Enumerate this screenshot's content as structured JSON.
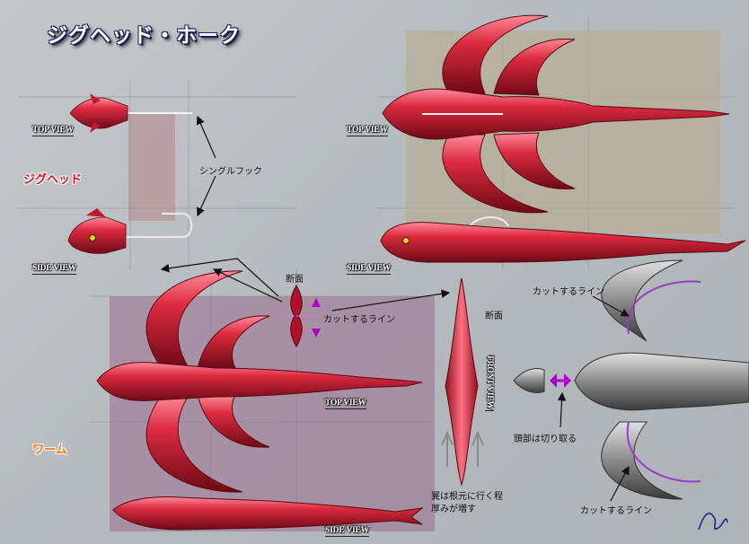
{
  "title": "ジグヘッド・ホーク",
  "sections": {
    "jighead": "ジグヘッド",
    "worm": "ワーム"
  },
  "views": {
    "top_1": "TOP VIEW",
    "side_1": "SIDE VIEW",
    "top_2": "TOP VIEW",
    "side_2": "SIDE VIEW",
    "top_3": "TOP VIEW",
    "side_3": "SIDE VIEW",
    "front": "FRONT VIEW"
  },
  "annotations": {
    "single_hook": "シングルフック",
    "cross_section": "断面",
    "cut_line_1": "カットするライン",
    "cross_section_2": "断面",
    "cut_line_2": "カットするライン",
    "head_cut": "頭部は切り取る",
    "cut_line_3": "カットするライン",
    "wing_note_line1": "翼は根元に行く程",
    "wing_note_line2": "厚みが増す"
  },
  "signature": "Aji",
  "colors": {
    "lure_red": "#d0283c",
    "lure_dark": "#6e0a16",
    "guide_purple": "#8a2c8f",
    "arrow_magenta": "#b000d0",
    "bg_gray": "#b9bec2"
  }
}
